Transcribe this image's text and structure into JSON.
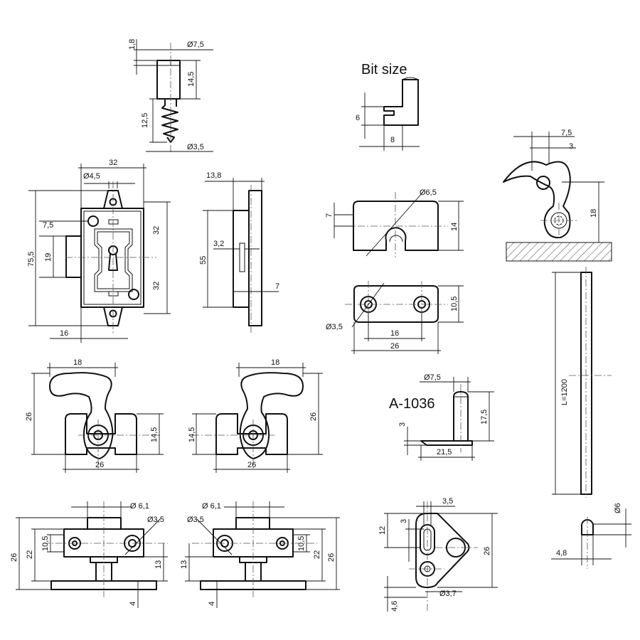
{
  "headings": {
    "bit_size": "Bit size",
    "model": "A-1036"
  },
  "screw": {
    "d_7_5": "Ø7,5",
    "d_1_8": "1,8",
    "d_14_5": "14,5",
    "d_12_5": "12,5",
    "d_3_5": "Ø3,5"
  },
  "bit": {
    "d_6": "6",
    "d_8": "8"
  },
  "lock_front": {
    "d_32_top": "32",
    "d_4_5": "Ø4,5",
    "d_75_5": "75,5",
    "d_7_5": "7,5",
    "d_19": "19",
    "d_32_upper": "32",
    "d_32_lower": "32",
    "d_16": "16"
  },
  "lock_side": {
    "d_13_8": "13,8",
    "d_55": "55",
    "d_3_2": "3,2",
    "d_7": "7"
  },
  "keeper_front": {
    "d_6_5": "Ø6,5",
    "d_7": "7",
    "d_14": "14"
  },
  "keeper_top": {
    "d_10_5": "10,5",
    "d_3_5": "Ø3,5",
    "d_16": "16",
    "d_26": "26"
  },
  "hook_detail": {
    "d_7_5": "7,5",
    "d_3": "3",
    "d_18": "18"
  },
  "hook_left": {
    "d_18": "18",
    "d_26_h": "26",
    "d_14_5": "14,5",
    "d_26_w": "26"
  },
  "hook_right": {
    "d_18": "18",
    "d_26_h": "26",
    "d_14_5": "14,5",
    "d_26_w": "26"
  },
  "pin": {
    "d_7_5": "Ø7,5",
    "d_17_5": "17,5",
    "d_3": "3",
    "d_21_5": "21,5"
  },
  "rod": {
    "length": "L=1200",
    "d_6": "Ø6",
    "d_4_8": "4,8"
  },
  "catch_left": {
    "d_6_1": "Ø 6,1",
    "d_3_5": "Ø3,5",
    "d_26": "26",
    "d_22": "22",
    "d_10_5": "10,5",
    "d_13": "13",
    "d_4": "4"
  },
  "catch_right": {
    "d_6_1": "Ø 6,1",
    "d_3_5": "Ø3,5",
    "d_13": "13",
    "d_4": "4",
    "d_10_5": "10,5",
    "d_22": "22",
    "d_26": "26"
  },
  "plate": {
    "d_3_5": "3,5",
    "d_12": "12",
    "d_3": "3",
    "d_26": "26",
    "d_3_7": "Ø3,7",
    "d_4_6": "4,6"
  }
}
